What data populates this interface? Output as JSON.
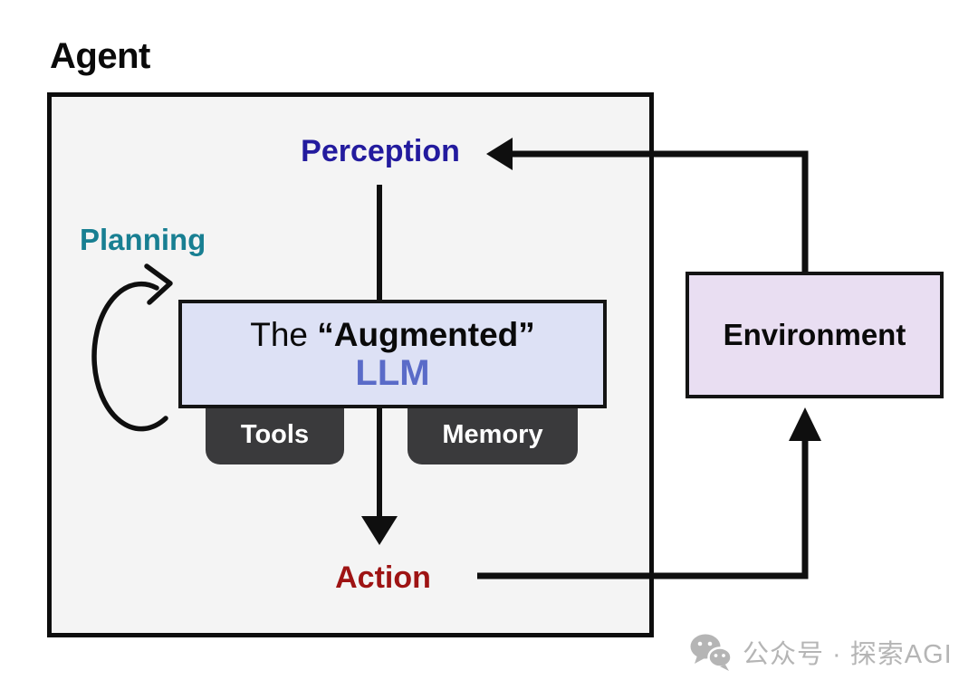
{
  "diagram": {
    "title": "Agent",
    "agent": {
      "perception_label": "Perception",
      "planning_label": "Planning",
      "llm_line1_regular": "The ",
      "llm_line1_bold": "“Augmented”",
      "llm_line2": "LLM",
      "tools_label": "Tools",
      "memory_label": "Memory",
      "action_label": "Action"
    },
    "environment_label": "Environment",
    "arrows": [
      "perception-to-llm",
      "llm-to-action",
      "action-to-environment",
      "environment-to-perception",
      "planning-self-loop"
    ],
    "colors": {
      "perception_text": "#231b9e",
      "planning_text": "#187f92",
      "llm_text": "#5a6bc8",
      "llm_fill": "#dde1f5",
      "tab_fill": "#3a3a3c",
      "action_text": "#9e1313",
      "environment_fill": "#e9def2",
      "agent_fill": "#f4f4f4",
      "arrow": "#0f0f0f",
      "watermark": "#b5b5b5"
    }
  },
  "watermark": {
    "icon": "wechat-icon",
    "text": "公众号 · 探索AGI"
  }
}
